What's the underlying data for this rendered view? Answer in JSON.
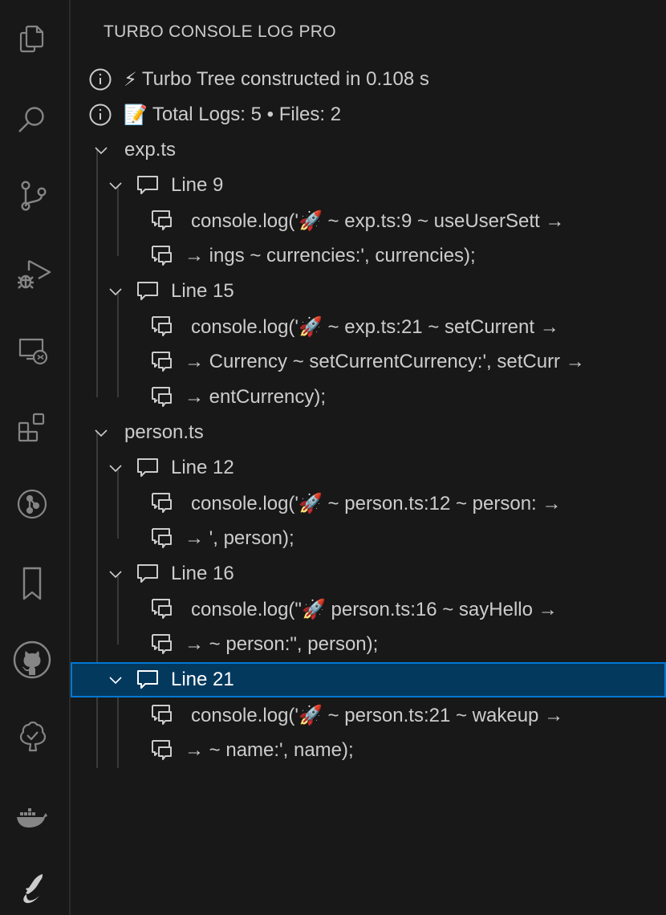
{
  "activity_bar": {
    "items": [
      {
        "name": "explorer",
        "icon": "files-icon"
      },
      {
        "name": "search",
        "icon": "search-icon"
      },
      {
        "name": "source-control",
        "icon": "source-control-icon"
      },
      {
        "name": "run-debug",
        "icon": "run-debug-icon"
      },
      {
        "name": "remote-explorer",
        "icon": "remote-explorer-icon"
      },
      {
        "name": "extensions",
        "icon": "extensions-icon"
      },
      {
        "name": "git-graph",
        "icon": "git-graph-icon"
      },
      {
        "name": "bookmarks",
        "icon": "bookmark-icon"
      },
      {
        "name": "github",
        "icon": "github-icon"
      },
      {
        "name": "tree-check",
        "icon": "tree-check-icon"
      },
      {
        "name": "docker",
        "icon": "docker-icon"
      },
      {
        "name": "turbo-console-log",
        "icon": "rocket-icon"
      }
    ]
  },
  "sidebar": {
    "title": "TURBO CONSOLE LOG PRO",
    "info": [
      {
        "emoji": "⚡",
        "text": "Turbo Tree constructed in 0.108 s"
      },
      {
        "emoji": "📝",
        "text": "Total Logs: 5 • Files: 2"
      }
    ],
    "files": [
      {
        "name": "exp.ts",
        "lines": [
          {
            "label": "Line 9",
            "parts": [
              {
                "prefix": "console.log('",
                "emoji": "🚀",
                "text": " ~ exp.ts:9 ~ useUserSett →"
              },
              {
                "prefix": "",
                "emoji": "",
                "text": "→ ings ~ currencies:', currencies);"
              }
            ]
          },
          {
            "label": "Line 15",
            "parts": [
              {
                "prefix": "console.log('",
                "emoji": "🚀",
                "text": " ~ exp.ts:21 ~ setCurrent →"
              },
              {
                "prefix": "",
                "emoji": "",
                "text": "→ Currency ~ setCurrentCurrency:', setCurr →"
              },
              {
                "prefix": "",
                "emoji": "",
                "text": "→ entCurrency);"
              }
            ]
          }
        ]
      },
      {
        "name": "person.ts",
        "lines": [
          {
            "label": "Line 12",
            "parts": [
              {
                "prefix": "console.log('",
                "emoji": "🚀",
                "text": " ~ person.ts:12 ~ person: →"
              },
              {
                "prefix": "",
                "emoji": "",
                "text": "→ ', person);"
              }
            ]
          },
          {
            "label": "Line 16",
            "parts": [
              {
                "prefix": "console.log(\"",
                "emoji": "🚀",
                "text": " person.ts:16 ~ sayHello  →"
              },
              {
                "prefix": "",
                "emoji": "",
                "text": "→ ~ person:\", person);"
              }
            ]
          },
          {
            "label": "Line 21",
            "selected": true,
            "parts": [
              {
                "prefix": "console.log('",
                "emoji": "🚀",
                "text": " ~ person.ts:21 ~ wakeup  →"
              },
              {
                "prefix": "",
                "emoji": "",
                "text": "→ ~ name:', name);"
              }
            ]
          }
        ]
      }
    ]
  },
  "colors": {
    "background": "#181818",
    "selection_bg": "#04395e",
    "selection_border": "#0078d4",
    "text": "#cccccc",
    "icon": "#858585"
  }
}
